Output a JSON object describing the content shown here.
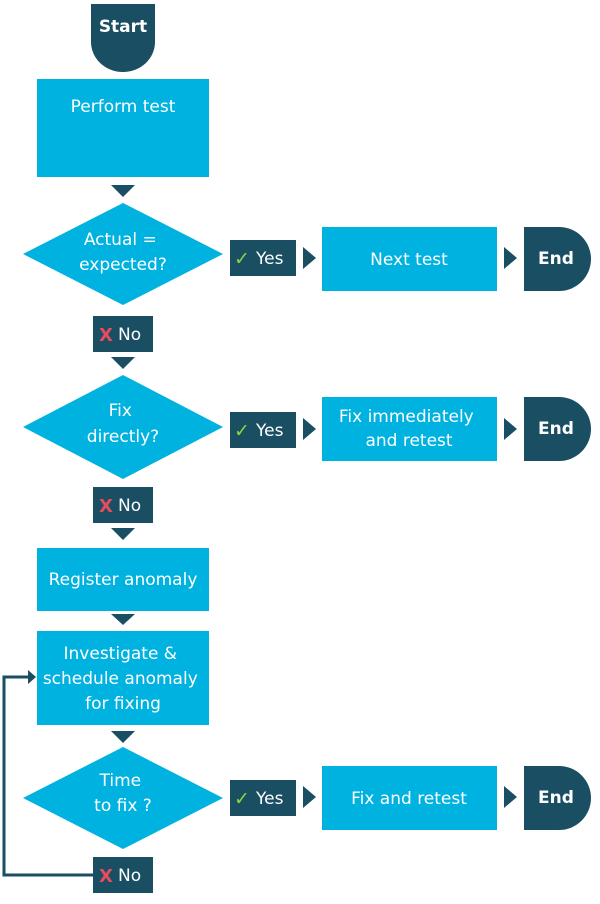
{
  "colors": {
    "box": "#00b2e0",
    "dark": "#1a4e63",
    "text_light": "#ffffff",
    "check": "#8ed141",
    "cross": "#e84b5e",
    "line": "#1a4e63"
  },
  "nodes": {
    "start": "Start",
    "perform_test": "Perform test",
    "decision1": [
      "Actual =",
      "expected?"
    ],
    "next_test": "Next test",
    "end1": "End",
    "decision2": [
      "Fix",
      "directly?"
    ],
    "fix_immediately": [
      "Fix immediately",
      "and retest"
    ],
    "end2": "End",
    "register_anomaly": "Register anomaly",
    "investigate": [
      "Investigate &",
      "schedule anomaly",
      "for fixing"
    ],
    "decision3": [
      "Time",
      "to fix ?"
    ],
    "fix_and_retest": "Fix and retest",
    "end3": "End"
  },
  "labels": {
    "yes": "Yes",
    "no": "No",
    "check_mark": "✓",
    "cross_mark": "X"
  }
}
